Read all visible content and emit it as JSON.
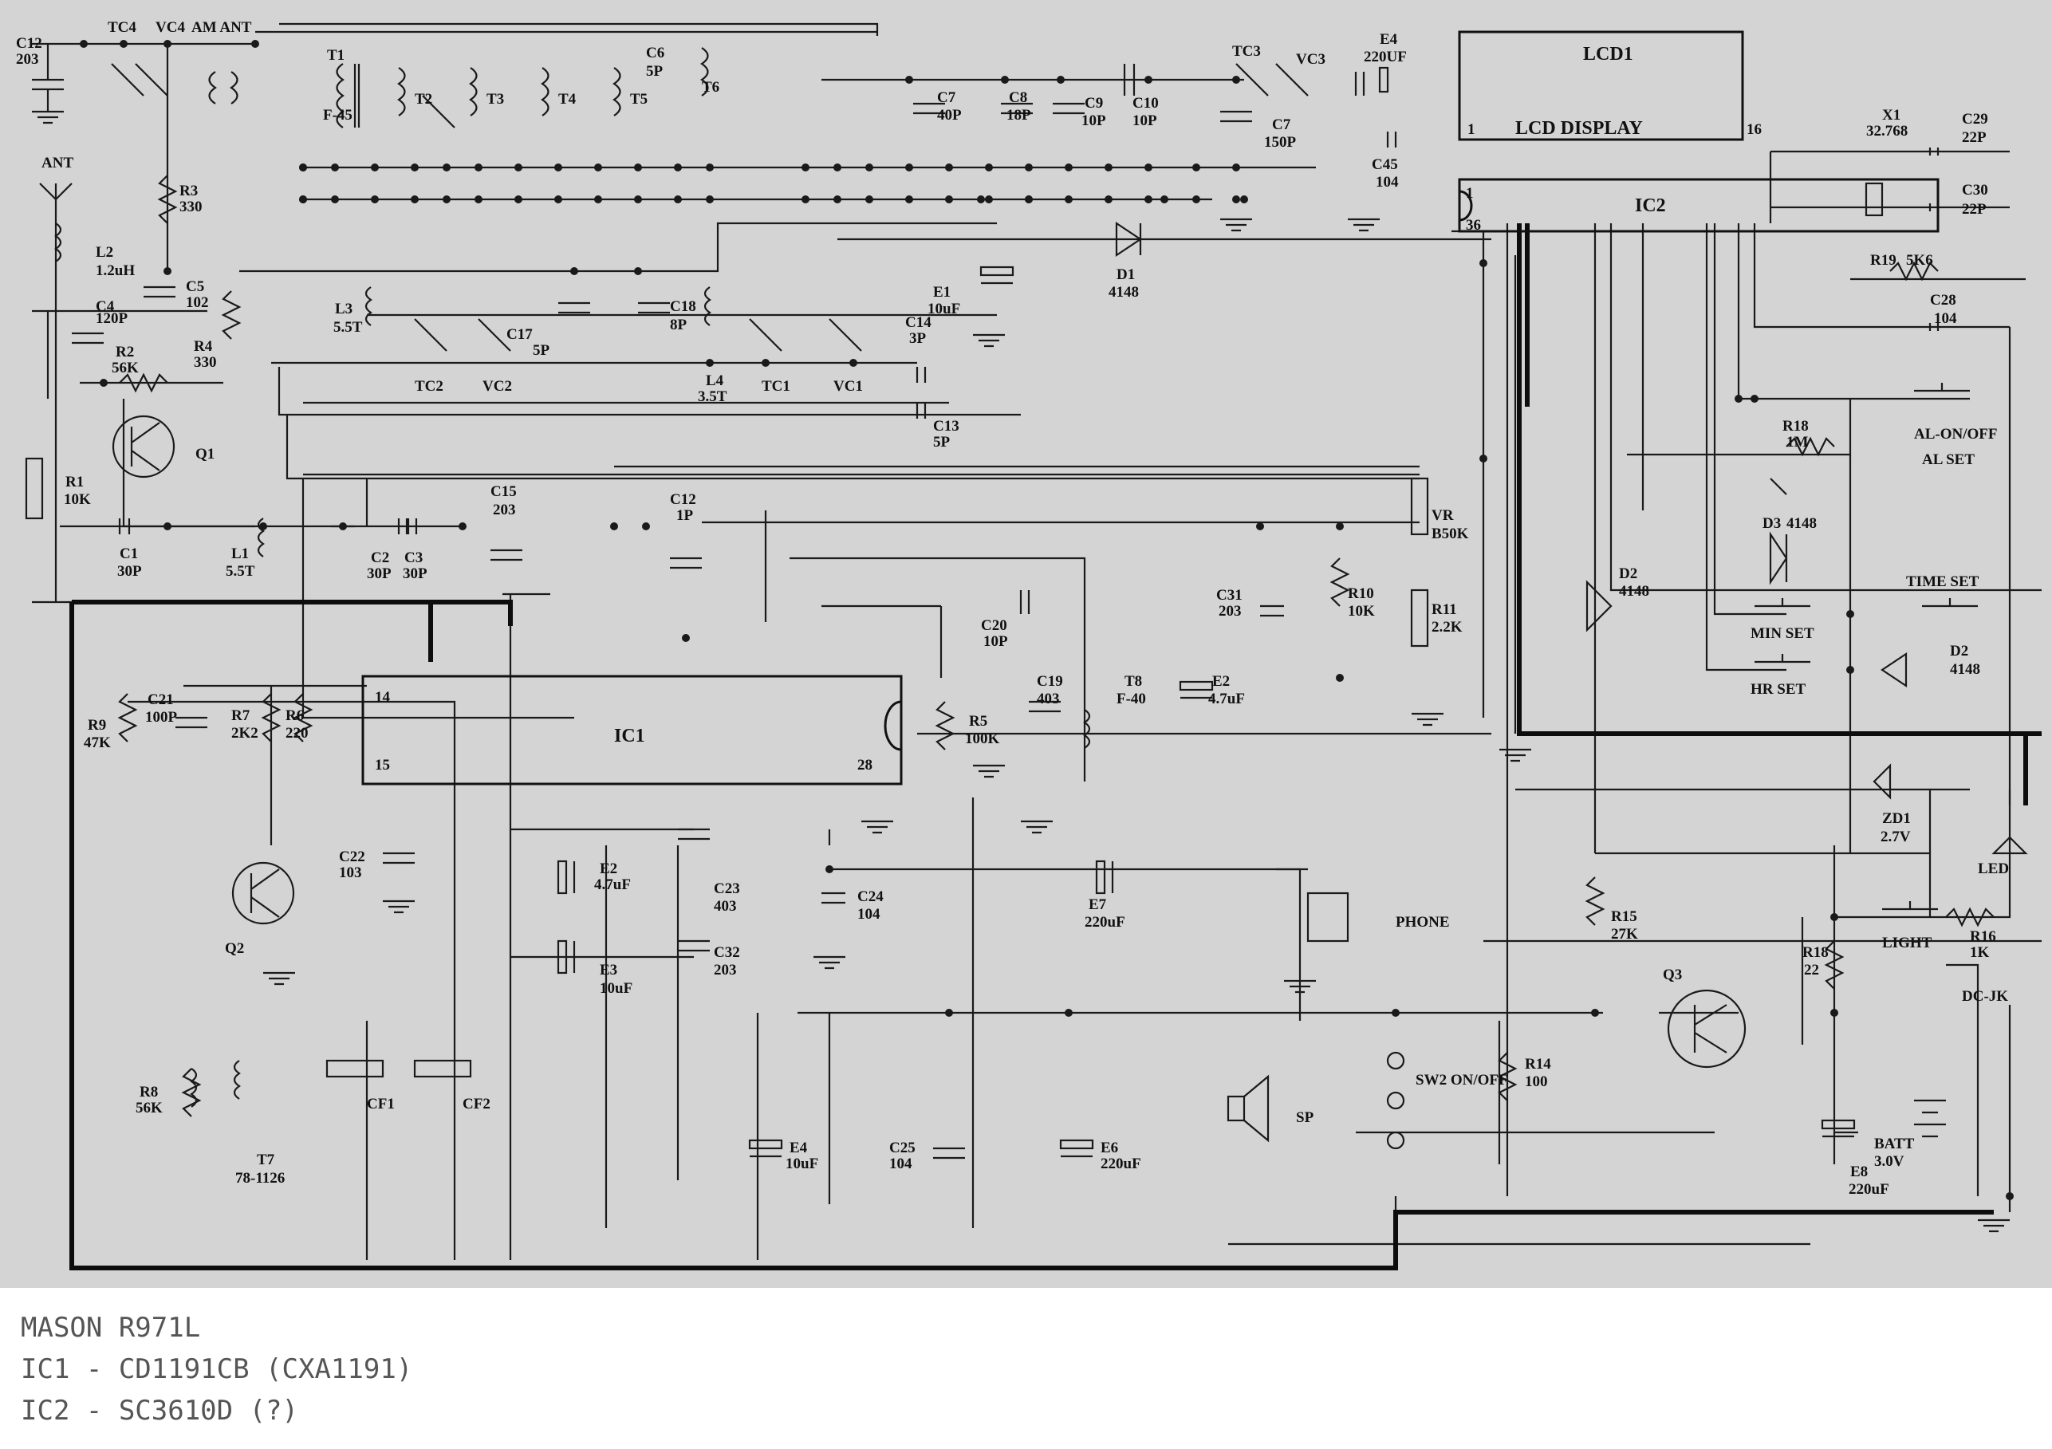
{
  "caption": {
    "line1": "MASON R971L",
    "line2": "IC1 - CD1191CB (CXA1191)",
    "line3": "IC2 - SC3610D (?)"
  },
  "diagram": {
    "ic1": "IC1",
    "ic1_pin14": "14",
    "ic1_pin15": "15",
    "ic1_pin28": "28",
    "lcd_title": "LCD1",
    "lcd_display": "LCD DISPLAY",
    "lcd_pin1": "1",
    "lcd_pin16": "16",
    "ic2": "IC2",
    "ic2_pin1": "1",
    "ic2_pin36": "36",
    "labels": {
      "c12a": "C12",
      "c12a_v": "203",
      "tc4": "TC4",
      "vc4": "VC4",
      "am_ant": "AM ANT",
      "t1": "T1",
      "f45": "F-45",
      "t2": "T2",
      "t3": "T3",
      "t4": "T4",
      "t5": "T5",
      "c6": "C6",
      "c6_v": "5P",
      "t6": "T6",
      "c7a": "C7",
      "c7a_v": "40P",
      "c8": "C8",
      "c8_v": "18P",
      "c9": "C9",
      "c9_v": "10P",
      "c10": "C10",
      "c10_v": "10P",
      "tc3": "TC3",
      "vc3": "VC3",
      "c7b": "C7",
      "c7b_v": "150P",
      "e4a": "E4",
      "e4a_v": "220UF",
      "c45": "C45",
      "c45_v": "104",
      "ant": "ANT",
      "r3": "R3",
      "r3_v": "330",
      "l2": "L2",
      "l2_v": "1.2uH",
      "c4": "C4",
      "c4_v": "120P",
      "c5": "C5",
      "c5_v": "102",
      "r4": "R4",
      "r4_v": "330",
      "r2": "R2",
      "r2_v": "56K",
      "l3": "L3",
      "l3_v": "5.5T",
      "tc2": "TC2",
      "vc2": "VC2",
      "c17": "C17",
      "c17_v": "5P",
      "c18": "C18",
      "c18_v": "8P",
      "l4": "L4",
      "l4_v": "3.5T",
      "tc1": "TC1",
      "vc1": "VC1",
      "e1": "E1",
      "e1_v": "10uF",
      "c14": "C14",
      "c14_v": "3P",
      "c13": "C13",
      "c13_v": "5P",
      "d1": "D1",
      "d1_v": "4148",
      "q1": "Q1",
      "r1": "R1",
      "r1_v": "10K",
      "c1": "C1",
      "c1_v": "30P",
      "l1": "L1",
      "l1_v": "5.5T",
      "c2": "C2",
      "c2_v": "30P",
      "c3": "C3",
      "c3_v": "30P",
      "c15": "C15",
      "c15_v": "203",
      "c12b": "C12",
      "c12b_v": "1P",
      "c21": "C21",
      "c21_v": "100P",
      "r7": "R7",
      "r7_v": "2K2",
      "r6": "R6",
      "r6_v": "220",
      "r9": "R9",
      "r9_v": "47K",
      "c22": "C22",
      "c22_v": "103",
      "q2": "Q2",
      "r8": "R8",
      "r8_v": "56K",
      "t7": "T7",
      "t7_v": "78-1126",
      "cf1": "CF1",
      "cf2": "CF2",
      "e2a": "E2",
      "e2a_v": "4.7uF",
      "e3": "E3",
      "e3_v": "10uF",
      "c23": "C23",
      "c23_v": "403",
      "c32": "C32",
      "c32_v": "203",
      "e4b": "E4",
      "e4b_v": "10uF",
      "c24": "C24",
      "c24_v": "104",
      "c25": "C25",
      "c25_v": "104",
      "e6": "E6",
      "e6_v": "220uF",
      "e7": "E7",
      "e7_v": "220uF",
      "c20": "C20",
      "c20_v": "10P",
      "c19": "C19",
      "c19_v": "403",
      "t8": "T8",
      "t8_v": "F-40",
      "e2b": "E2",
      "e2b_v": "4.7uF",
      "r5": "R5",
      "r5_v": "100K",
      "vr": "VR",
      "vr_v": "B50K",
      "r11": "R11",
      "r11_v": "2.2K",
      "c31": "C31",
      "c31_v": "203",
      "r10": "R10",
      "r10_v": "10K",
      "phone": "PHONE",
      "sp": "SP",
      "sw2": "SW2 ON/OFF",
      "x1": "X1",
      "x1_v": "32.768",
      "c29": "C29",
      "c29_v": "22P",
      "c30": "C30",
      "c30_v": "22P",
      "r19": "R19",
      "r19_v": "5K6",
      "c28": "C28",
      "c28_v": "104",
      "al_onoff": "AL-ON/OFF",
      "al_set": "AL SET",
      "r18a": "R18",
      "r18a_v": "1M",
      "d3": "D3",
      "d3_v": "4148",
      "time_set": "TIME SET",
      "min_set": "MIN SET",
      "hr_set": "HR SET",
      "d2a": "D2",
      "d2a_v": "4148",
      "d2b": "D2",
      "d2b_v": "4148",
      "zd1": "ZD1",
      "zd1_v": "2.7V",
      "led": "LED",
      "light": "LIGHT",
      "r16": "R16",
      "r16_v": "1K",
      "r15": "R15",
      "r15_v": "27K",
      "r18b": "R18",
      "r18b_v": "22",
      "q3": "Q3",
      "r14": "R14",
      "r14_v": "100",
      "dcjk": "DC-JK",
      "batt": "BATT",
      "batt_v": "3.0V",
      "e8": "E8",
      "e8_v": "220uF"
    }
  }
}
